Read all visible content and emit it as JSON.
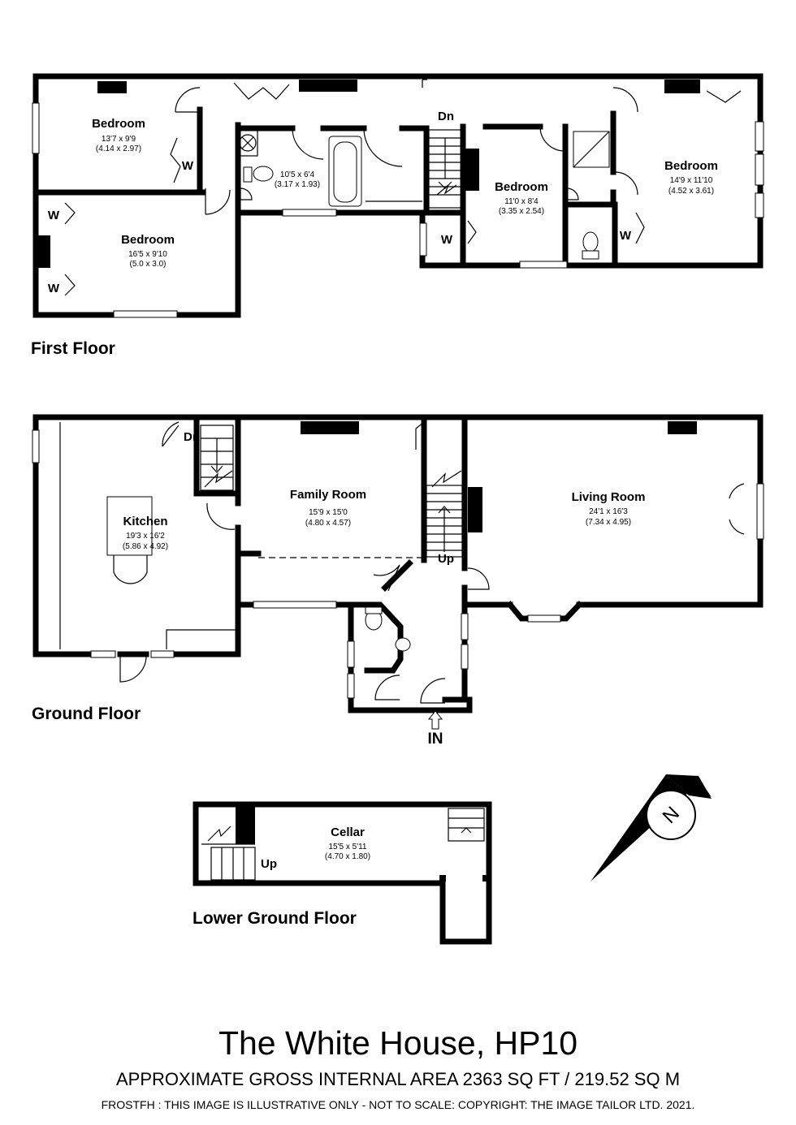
{
  "floors": {
    "first": "First Floor",
    "ground": "Ground Floor",
    "lower": "Lower Ground Floor"
  },
  "rooms": {
    "bed1": {
      "name": "Bedroom",
      "imperial": "13'7 x 9'9",
      "metric": "(4.14 x 2.97)"
    },
    "bed2": {
      "name": "Bedroom",
      "imperial": "16'5 x 9'10",
      "metric": "(5.0 x 3.0)"
    },
    "bath": {
      "imperial": "10'5 x 6'4",
      "metric": "(3.17 x 1.93)"
    },
    "bed3": {
      "name": "Bedroom",
      "imperial": "11'0 x 8'4",
      "metric": "(3.35 x 2.54)"
    },
    "bed4": {
      "name": "Bedroom",
      "imperial": "14'9 x 11'10",
      "metric": "(4.52 x 3.61)"
    },
    "kitchen": {
      "name": "Kitchen",
      "imperial": "19'3 x 16'2",
      "metric": "(5.86 x 4.92)"
    },
    "family": {
      "name": "Family Room",
      "imperial": "15'9 x 15'0",
      "metric": "(4.80 x 4.57)"
    },
    "living": {
      "name": "Living Room",
      "imperial": "24'1 x 16'3",
      "metric": "(7.34 x 4.95)"
    },
    "cellar": {
      "name": "Cellar",
      "imperial": "15'5 x 5'11",
      "metric": "(4.70 x 1.80)"
    }
  },
  "labels": {
    "wardrobe": "W",
    "down": "Dn",
    "up": "Up",
    "entrance": "IN",
    "north": "N"
  },
  "footer": {
    "title": "The White House, HP10",
    "area": "APPROXIMATE GROSS INTERNAL AREA 2363 SQ FT / 219.52 SQ M",
    "disclaimer": "FROSTFH : THIS IMAGE IS ILLUSTRATIVE ONLY - NOT TO SCALE: COPYRIGHT: THE IMAGE TAILOR LTD. 2021."
  }
}
